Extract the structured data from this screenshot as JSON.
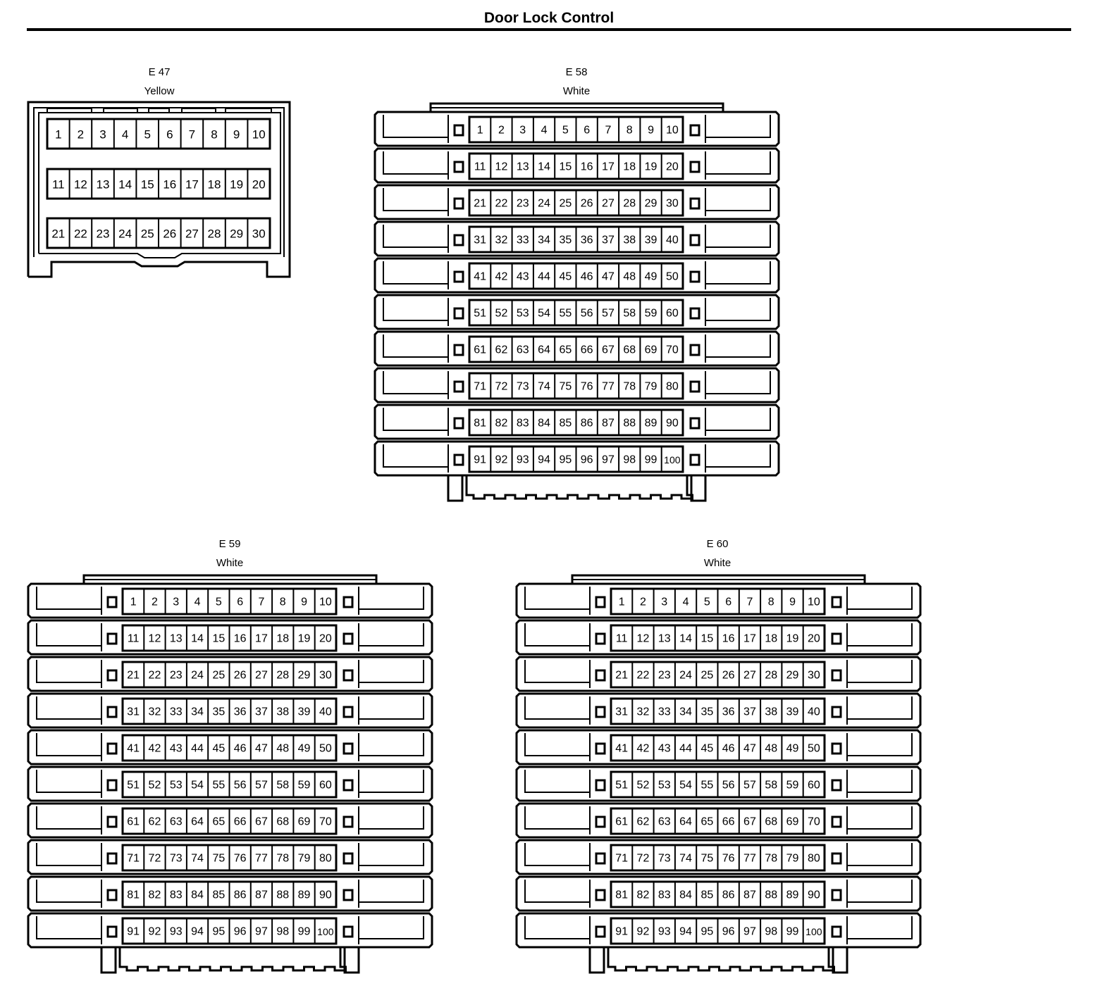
{
  "page": {
    "title": "Door Lock Control"
  },
  "connectors": [
    {
      "id": "e47",
      "name": "E 47",
      "color": "Yellow",
      "rows": 3,
      "pins_per_row": 10
    },
    {
      "id": "e58",
      "name": "E 58",
      "color": "White",
      "rows": 10,
      "pins_per_row": 10
    },
    {
      "id": "e59",
      "name": "E 59",
      "color": "White",
      "rows": 10,
      "pins_per_row": 10
    },
    {
      "id": "e60",
      "name": "E 60",
      "color": "White",
      "rows": 10,
      "pins_per_row": 10
    }
  ],
  "style": {
    "line_color": "#000000",
    "background": "#ffffff"
  }
}
